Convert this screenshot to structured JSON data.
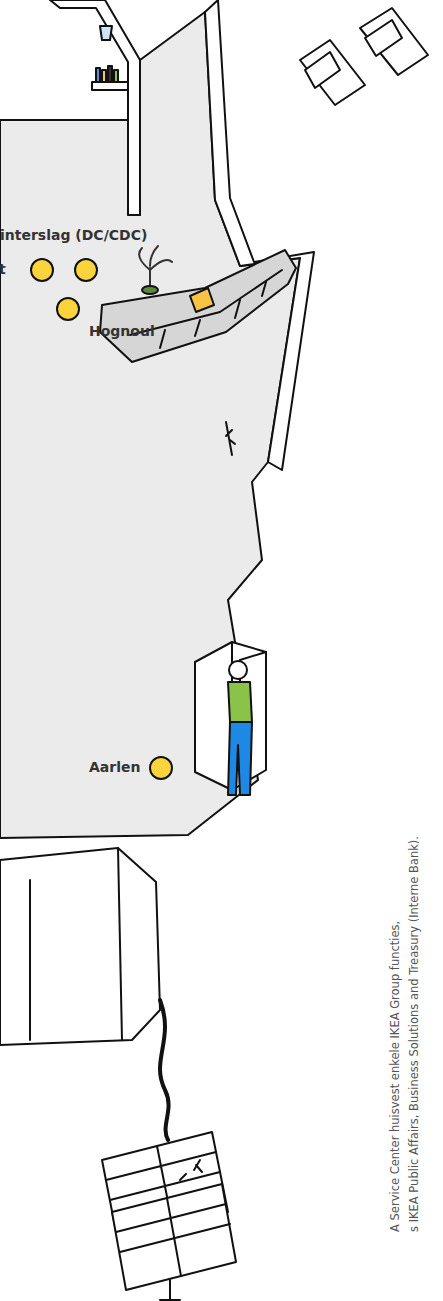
{
  "diagram": {
    "labels": [
      "interslag (DC/CDC)",
      "t",
      "Hognoul",
      "Aarlen",
      "A Service Center huisvest enkele IKEA Group functies,",
      "s IKEA Public Affairs, Business Solutions and Treasury (Interne Bank)."
    ]
  }
}
